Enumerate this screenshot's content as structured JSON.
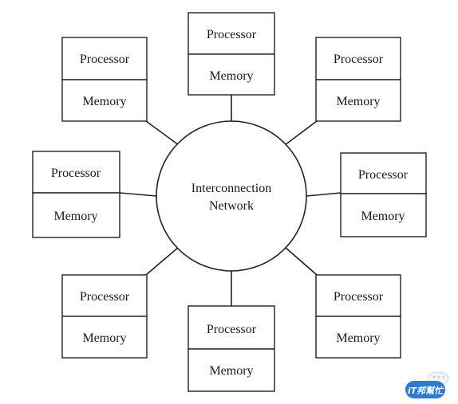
{
  "network": {
    "line1": "Interconnection",
    "line2": "Network"
  },
  "nodes": [
    {
      "id": "top",
      "processor": "Processor",
      "memory": "Memory"
    },
    {
      "id": "top-left",
      "processor": "Processor",
      "memory": "Memory"
    },
    {
      "id": "top-right",
      "processor": "Processor",
      "memory": "Memory"
    },
    {
      "id": "left",
      "processor": "Processor",
      "memory": "Memory"
    },
    {
      "id": "right",
      "processor": "Processor",
      "memory": "Memory"
    },
    {
      "id": "bottom-left",
      "processor": "Processor",
      "memory": "Memory"
    },
    {
      "id": "bottom",
      "processor": "Processor",
      "memory": "Memory"
    },
    {
      "id": "bottom-right",
      "processor": "Processor",
      "memory": "Memory"
    }
  ],
  "watermark": {
    "logo_text": "iT邦幫忙",
    "accent_color": "#2b7bd6"
  }
}
